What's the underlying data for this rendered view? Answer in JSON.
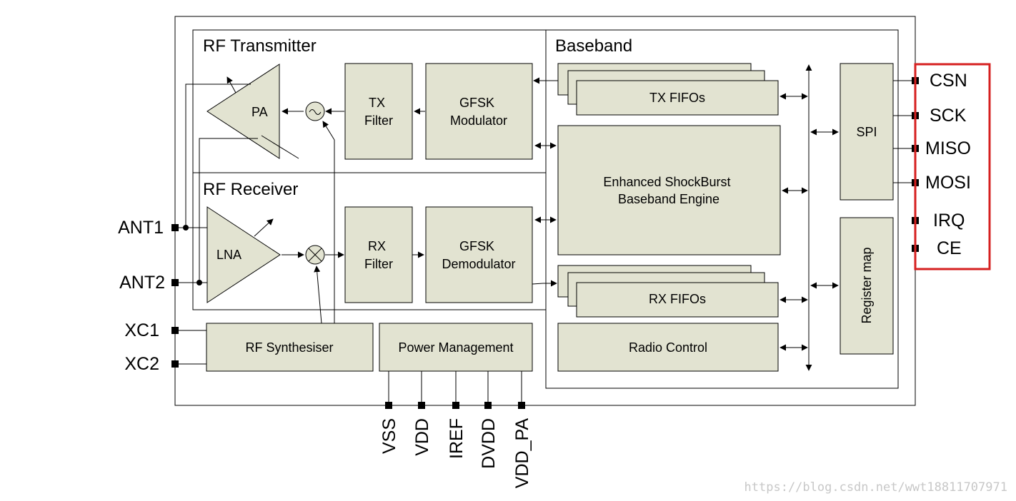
{
  "sections": {
    "rf_transmitter": "RF Transmitter",
    "rf_receiver": "RF Receiver",
    "baseband": "Baseband"
  },
  "blocks": {
    "pa": "PA",
    "lna": "LNA",
    "tx_filter": [
      "TX",
      "Filter"
    ],
    "rx_filter": [
      "RX",
      "Filter"
    ],
    "gfsk_modulator": [
      "GFSK",
      "Modulator"
    ],
    "gfsk_demodulator": [
      "GFSK",
      "Demodulator"
    ],
    "tx_fifos": "TX FIFOs",
    "rx_fifos": "RX FIFOs",
    "shockburst": [
      "Enhanced ShockBurst",
      "Baseband Engine"
    ],
    "radio_control": "Radio Control",
    "spi": "SPI",
    "register_map": "Register map",
    "rf_synthesiser": "RF Synthesiser",
    "power_management": "Power Management"
  },
  "pins": {
    "left": [
      "ANT1",
      "ANT2",
      "XC1",
      "XC2"
    ],
    "right": [
      "CSN",
      "SCK",
      "MISO",
      "MOSI",
      "IRQ",
      "CE"
    ],
    "bottom": [
      "VSS",
      "VDD",
      "IREF",
      "DVDD",
      "VDD_PA"
    ]
  },
  "highlight_color": "#d62020",
  "block_fill": "#e2e3d1",
  "watermark": "https://blog.csdn.net/wwt18811707971"
}
